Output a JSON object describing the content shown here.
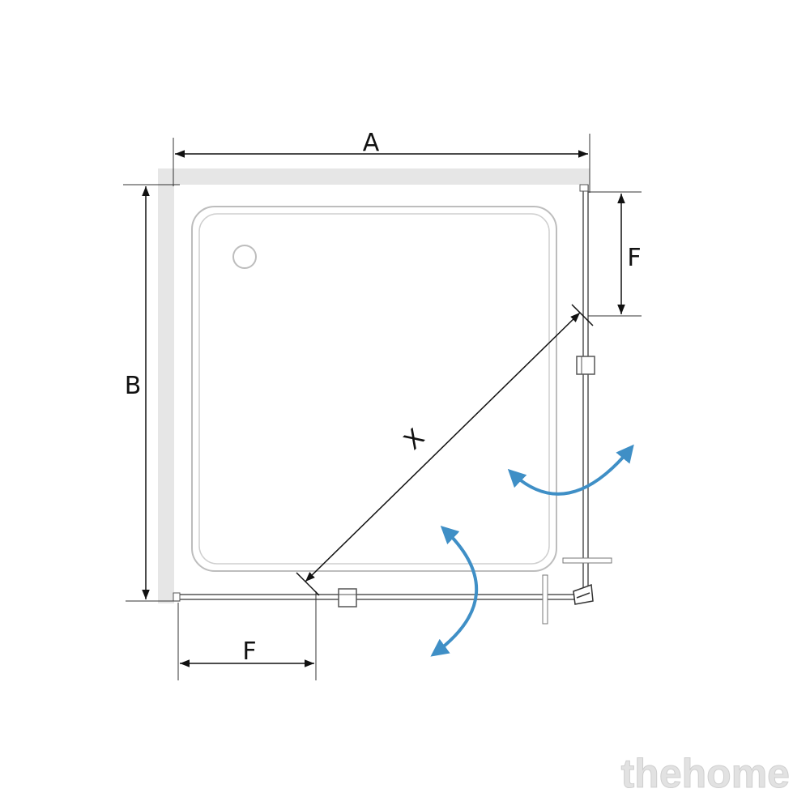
{
  "diagram": {
    "labels": {
      "width": "A",
      "depth": "B",
      "door_side": "F",
      "door_front": "F",
      "diagonal": "X"
    },
    "watermark": "thehome",
    "colors": {
      "line": "#111111",
      "wall": "#e6e6e6",
      "tray": "#bdbdbd",
      "arrow": "#3f8fc6"
    }
  }
}
